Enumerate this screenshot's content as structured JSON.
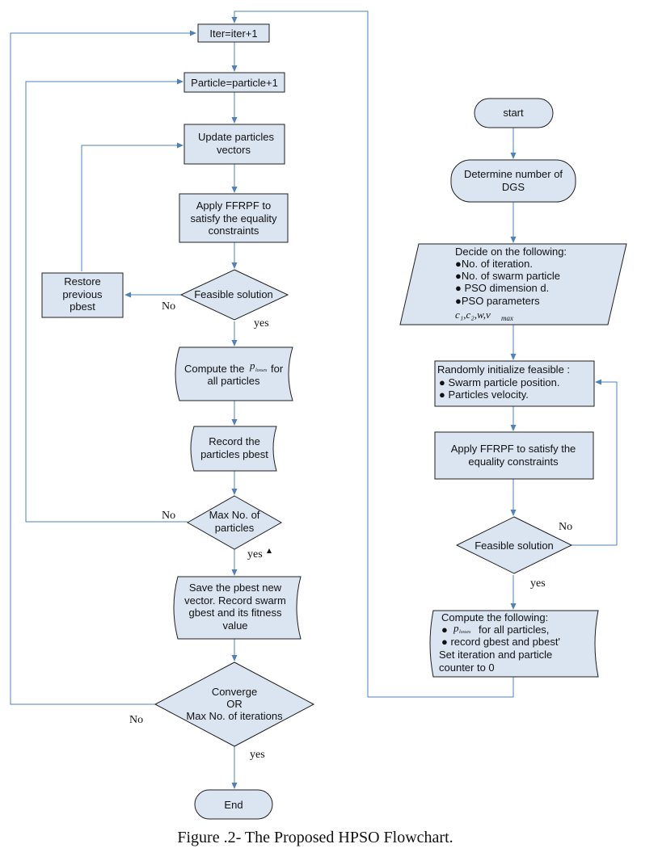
{
  "caption": "Figure .2- The Proposed HPSO Flowchart.",
  "left": {
    "iter": "Iter=iter+1",
    "particle": "Particle=particle+1",
    "update": [
      "Update  particles",
      "vectors"
    ],
    "ffrpf": [
      "Apply FFRPF to",
      "satisfy the equality",
      "constraints"
    ],
    "feasible": "Feasible solution",
    "restore": [
      "Restore",
      "previous",
      "pbest"
    ],
    "compute": [
      "Compute the",
      "for",
      "all particles"
    ],
    "p_losses": "p",
    "p_losses_sub": "losses",
    "record": [
      "Record the",
      "particles pbest"
    ],
    "max_particles": [
      "Max No. of",
      "particles"
    ],
    "save": [
      "Save the pbest new",
      "vector. Record swarm",
      "gbest and its fitness",
      "value"
    ],
    "converge": [
      "Converge",
      "OR",
      "Max No. of iterations"
    ],
    "end": "End",
    "no1": "No",
    "yes1": "yes",
    "no2": "No",
    "yes2": "yes",
    "no3": "No",
    "yes3": "yes"
  },
  "right": {
    "start": "start",
    "determine": [
      "Determine number of",
      "DGS"
    ],
    "decide_title": "Decide on the following:",
    "decide_items": [
      "●No. of iteration.",
      "●No. of swarm particle",
      "●  PSO dimension d.",
      "●PSO parameters"
    ],
    "params": "c₁,c₂,w,v",
    "params_sub": "max",
    "init_title": "Randomly initialize feasible   :",
    "init_items": [
      "●  Swarm particle position.",
      "●  Particles velocity."
    ],
    "ffrpf": [
      "Apply FFRPF to satisfy the",
      "equality constraints"
    ],
    "feasible": "Feasible solution",
    "no": "No",
    "yes": "yes",
    "compute_title": "Compute the following:",
    "compute_item1_pre": "●",
    "compute_item1_p": "p",
    "compute_item1_sub": "losses",
    "compute_item1_post": "for all particles,",
    "compute_item2": "●  record gbest and pbest'",
    "compute_line3": "Set iteration and particle",
    "compute_line4": "counter to 0"
  }
}
